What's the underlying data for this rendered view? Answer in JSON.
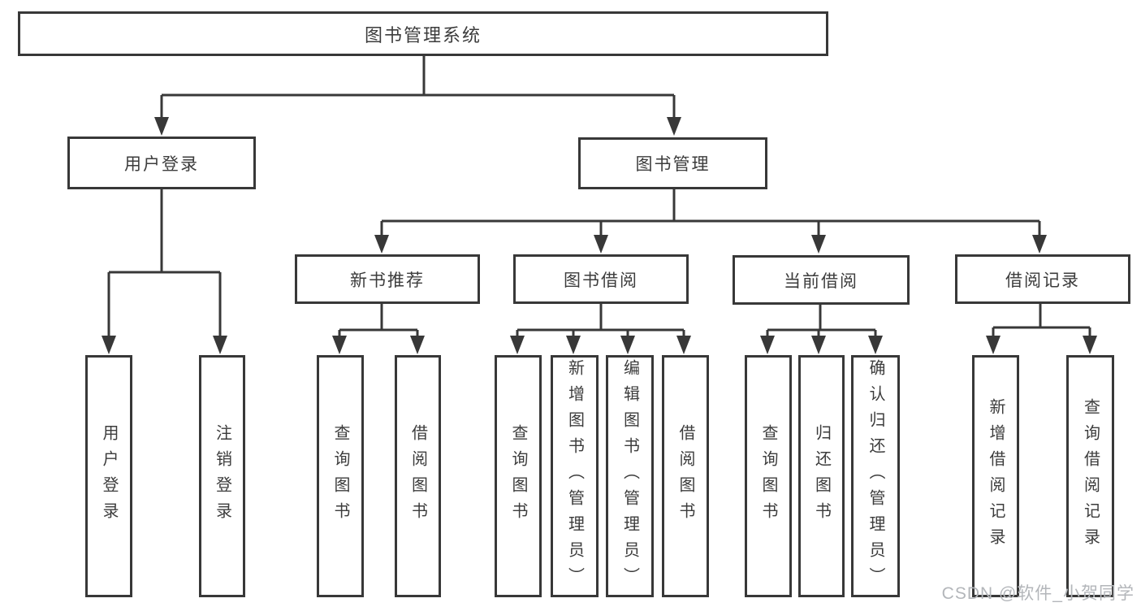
{
  "diagram": {
    "type": "hierarchy-tree",
    "root": {
      "label": "图书管理系统"
    },
    "level1": [
      {
        "label": "用户登录"
      },
      {
        "label": "图书管理"
      }
    ],
    "level2": [
      {
        "label": "新书推荐"
      },
      {
        "label": "图书借阅"
      },
      {
        "label": "当前借阅"
      },
      {
        "label": "借阅记录"
      }
    ],
    "leaves": {
      "user_login": [
        {
          "label": "用户登录"
        },
        {
          "label": "注销登录"
        }
      ],
      "new_books": [
        {
          "label": "查询图书"
        },
        {
          "label": "借阅图书"
        }
      ],
      "book_borrow": [
        {
          "label": "查询图书"
        },
        {
          "label": "新增图书（管理员）"
        },
        {
          "label": "编辑图书（管理员）"
        },
        {
          "label": "借阅图书"
        }
      ],
      "current_borrow": [
        {
          "label": "查询图书"
        },
        {
          "label": "归还图书"
        },
        {
          "label": "确认归还（管理员）"
        }
      ],
      "borrow_records": [
        {
          "label": "新增借阅记录"
        },
        {
          "label": "查询借阅记录"
        }
      ]
    }
  },
  "watermark": {
    "text": "CSDN @软件_小贺同学"
  },
  "colors": {
    "line": "#383838",
    "text": "#3c3c3c",
    "box_background": "#ffffff",
    "page_background": "#ffffff",
    "watermark": "#b3b6ba"
  }
}
